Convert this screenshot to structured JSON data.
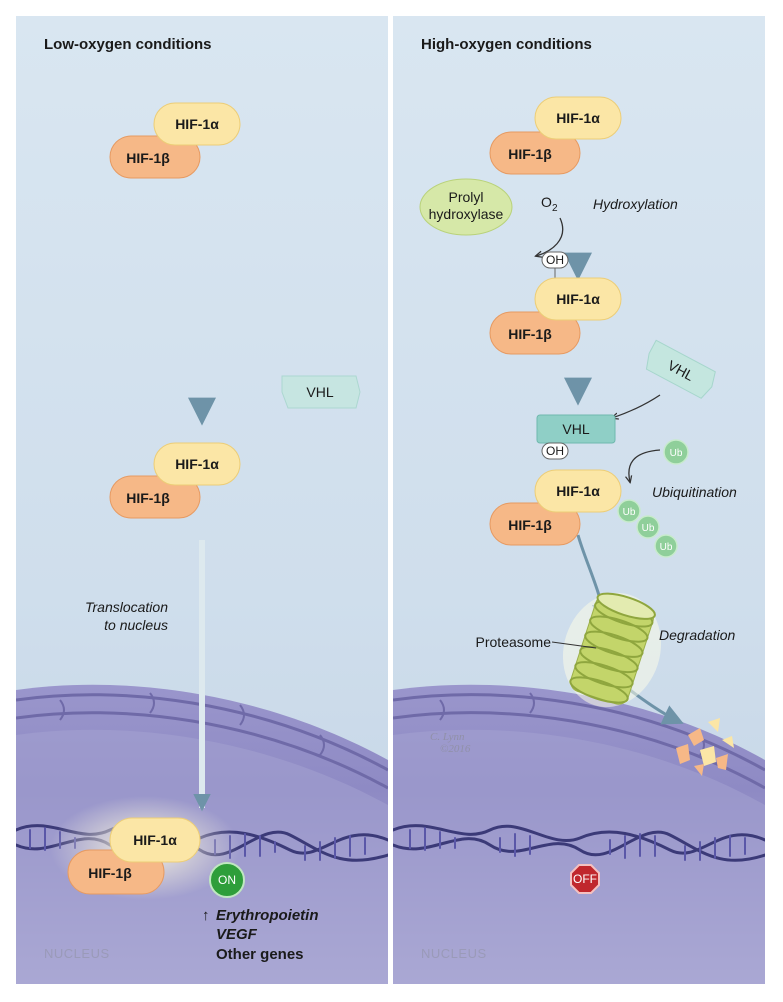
{
  "panels": {
    "low": {
      "title": "Low-oxygen conditions",
      "alpha_label": "HIF-1α",
      "beta_label": "HIF-1β",
      "vhl_label": "VHL",
      "translocation_line1": "Translocation",
      "translocation_line2": "to nucleus",
      "on_label": "ON",
      "arrow_up": "↑",
      "genes": [
        "Erythropoietin",
        "VEGF",
        "Other genes"
      ],
      "nucleus_label": "NUCLEUS"
    },
    "high": {
      "title": "High-oxygen conditions",
      "alpha_label": "HIF-1α",
      "beta_label": "HIF-1β",
      "enzyme_line1": "Prolyl",
      "enzyme_line2": "hydroxylase",
      "o2_main": "O",
      "o2_sub": "2",
      "hydroxylation": "Hydroxylation",
      "oh_label": "OH",
      "vhl_label": "VHL",
      "ub_label": "Ub",
      "ubiquitination": "Ubiquitination",
      "proteasome": "Proteasome",
      "degradation": "Degradation",
      "off_label": "OFF",
      "nucleus_label": "NUCLEUS",
      "signature_line1": "C. Lynn",
      "signature_line2": "©2016"
    }
  },
  "colors": {
    "background_top": "#d6e4f0",
    "background_bottom": "#c4d5e6",
    "alpha_fill": "#fbe6a6",
    "beta_fill": "#f6b887",
    "vhl_fill": "#8fcfc6",
    "enzyme_fill": "#d6e8a8",
    "ub_fill": "#8fcf9a",
    "on_fill": "#2e9e3a",
    "off_fill": "#c0272d",
    "nucleus_fill": "#8a86c2",
    "arrow": "#7fa3b6",
    "proteasome": "#c3d56a"
  }
}
